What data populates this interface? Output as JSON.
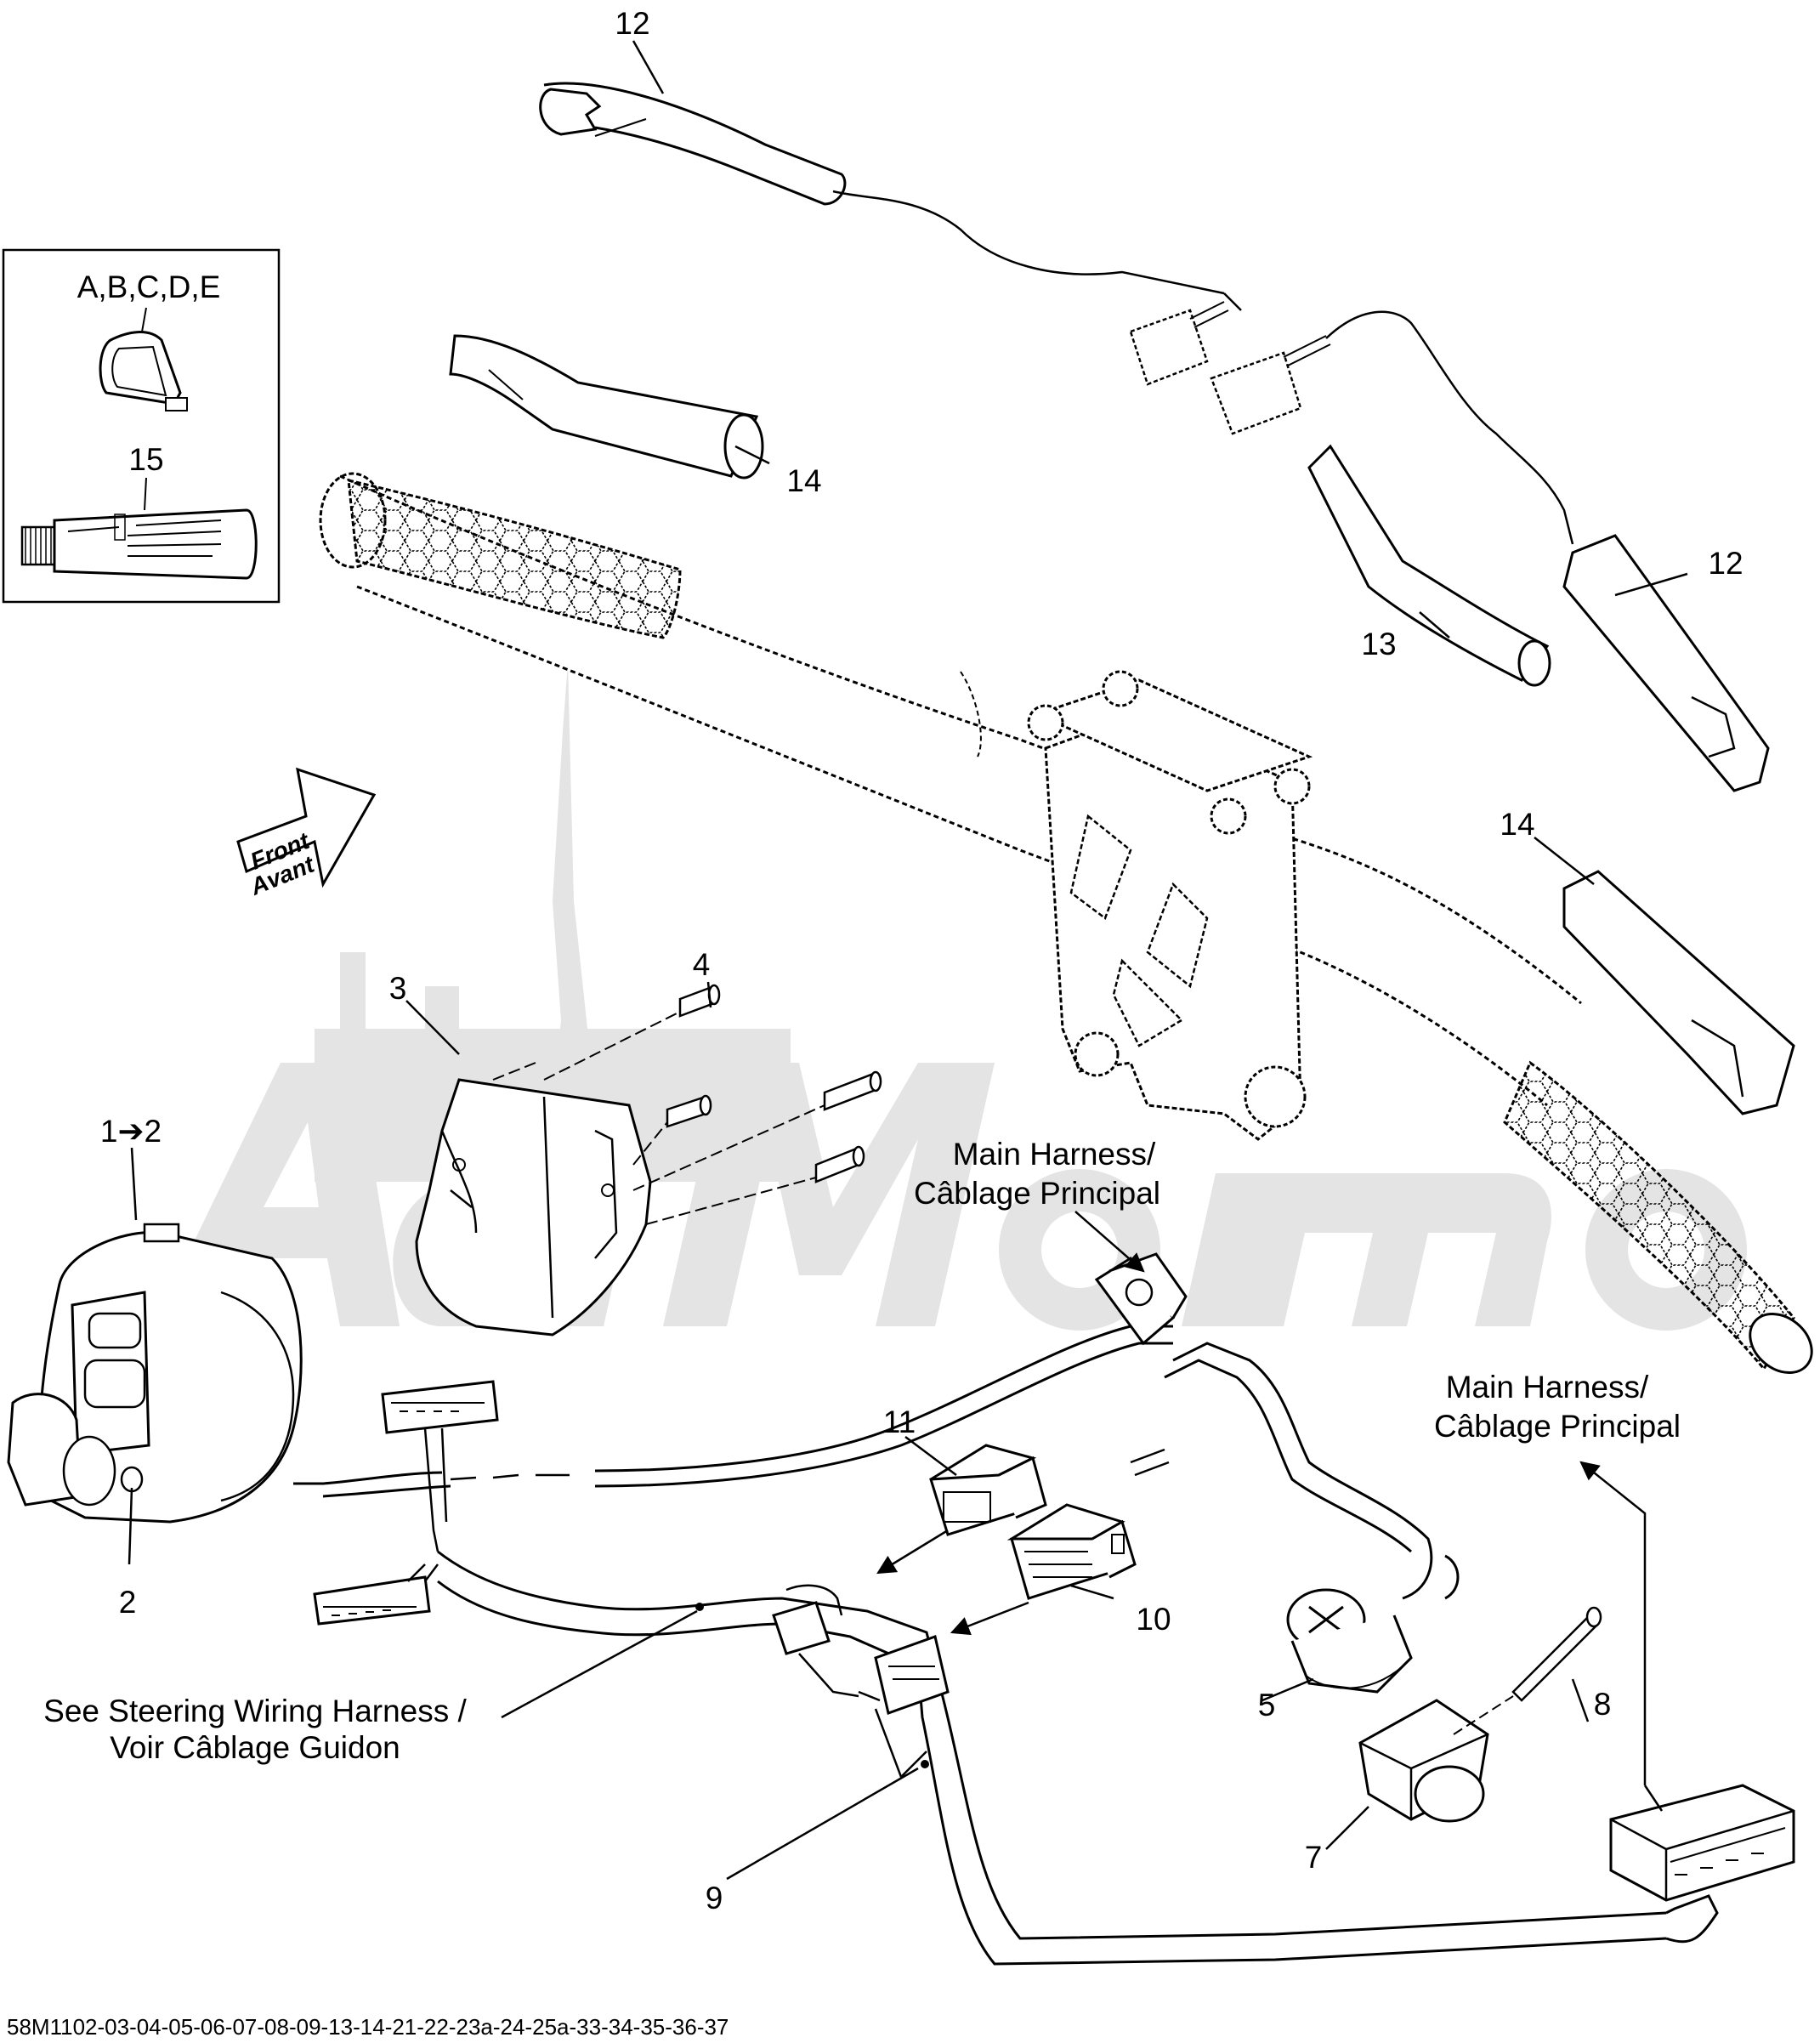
{
  "callouts": {
    "c1": "1➔2",
    "c2": "2",
    "c3": "3",
    "c4": "4",
    "c5": "5",
    "c7": "7",
    "c8": "8",
    "c9": "9",
    "c10": "10",
    "c11": "11",
    "c12_top": "12",
    "c12_right": "12",
    "c13": "13",
    "c14_upper": "14",
    "c14_right": "14",
    "c15": "15",
    "inset_letters": "A,B,C,D,E"
  },
  "notes": {
    "front_line1": "Front",
    "front_line2": "Avant",
    "main_harness_a_line1": "Main Harness/",
    "main_harness_a_line2": "Câblage Principal",
    "main_harness_b_line1": "Main Harness/",
    "main_harness_b_line2": "Câblage Principal",
    "steering_line1": "See Steering Wiring Harness /",
    "steering_line2": "Voir Câblage Guidon"
  },
  "footer": {
    "code": "58M1102-03-04-05-06-07-08-09-13-14-21-22-23a-24-25a-33-34-35-36-37"
  },
  "colors": {
    "line": "#000000",
    "watermark": "#e4e4e4"
  }
}
